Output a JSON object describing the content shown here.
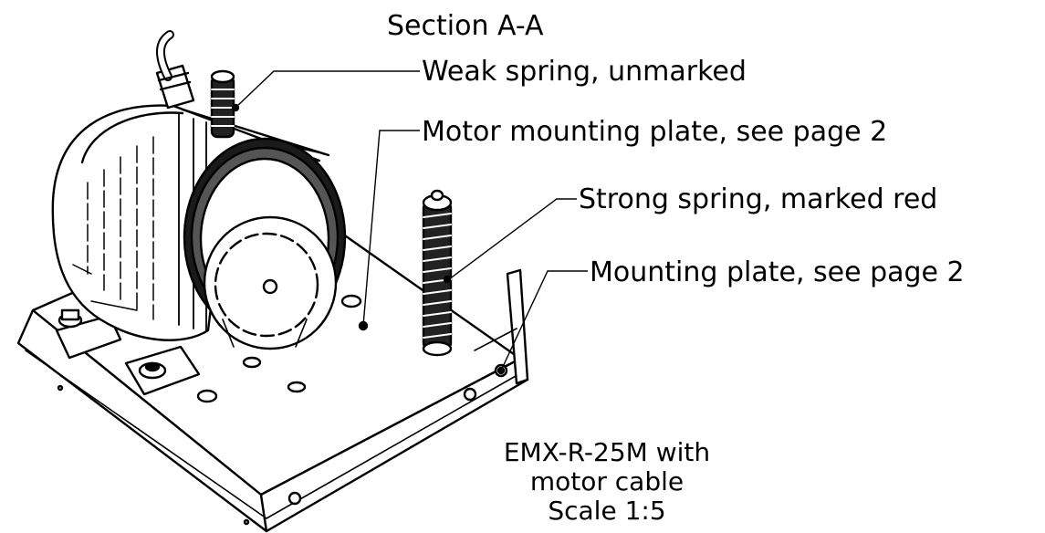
{
  "section_title": "Section A-A",
  "callouts": {
    "weak_spring": "Weak spring, unmarked",
    "motor_plate": "Motor mounting plate, see page 2",
    "strong_spring": "Strong spring, marked red",
    "mounting_plate": "Mounting plate, see page 2"
  },
  "caption": {
    "line1": "EMX-R-25M with",
    "line2": "motor cable",
    "line3": "Scale 1:5"
  }
}
